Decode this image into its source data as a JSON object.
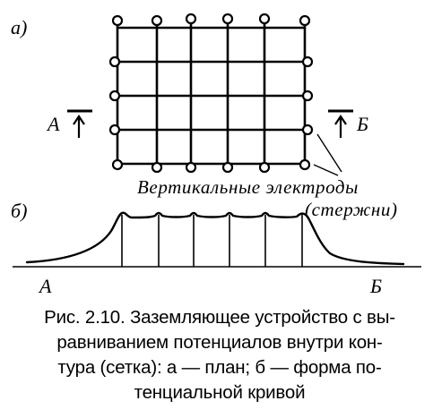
{
  "panel_a": {
    "label": "а)",
    "left_marker": "А",
    "right_marker": "Б"
  },
  "panel_b": {
    "label": "б)",
    "axis_start": "А",
    "axis_end": "Б"
  },
  "callout": {
    "line1": "Вертикальные электроды",
    "line2": "(стержни)"
  },
  "caption": {
    "line1": "Рис. 2.10. Заземляющее устройство с вы-",
    "line2": "равниванием потенциалов внутри кон-",
    "line3": "тура (сетка): а — план; б — форма по-",
    "line4": "тенциальной кривой"
  },
  "colors": {
    "ink": "#000000",
    "paper": "#ffffff"
  }
}
